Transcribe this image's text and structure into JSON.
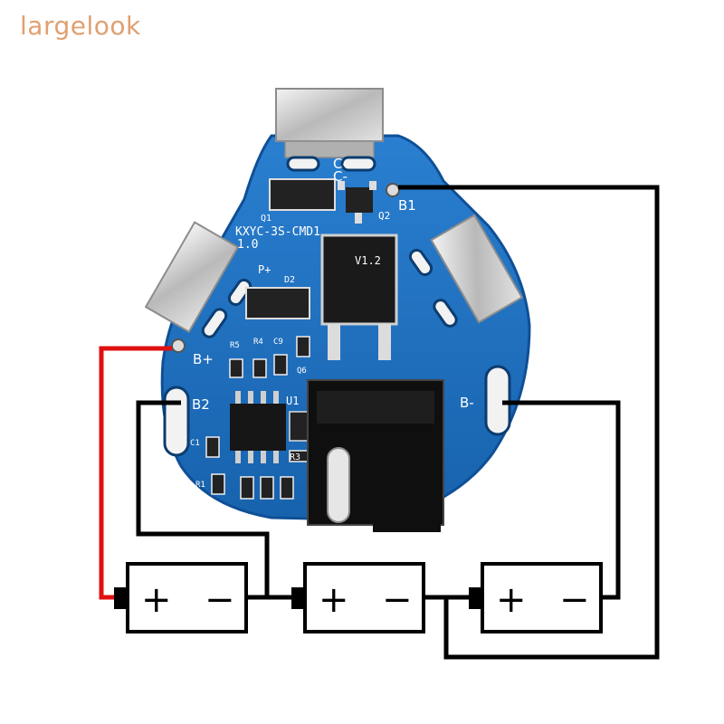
{
  "brand": {
    "name": "largelook"
  },
  "board": {
    "model_label": "KXYC-3S-CMD1",
    "version_left": "1.0",
    "version_right": "V1.2",
    "pads": {
      "c_minus_1": "C-",
      "c_minus_2": "C-",
      "b1": "B1",
      "b_plus": "B+",
      "b2": "B2",
      "b_minus": "B-"
    },
    "components": {
      "q1": "Q1",
      "q2": "Q2",
      "d2": "D2",
      "u1": "U1",
      "r5": "R5",
      "r4": "R4",
      "c9": "C9",
      "q6": "Q6",
      "c1": "C1",
      "r3": "R3",
      "r1": "R1",
      "p_plus": "P+"
    }
  },
  "cells": [
    {
      "plus": "+",
      "minus": "−"
    },
    {
      "plus": "+",
      "minus": "−"
    },
    {
      "plus": "+",
      "minus": "−"
    }
  ],
  "colors": {
    "pcb": "#1a6fc0",
    "pcb_dark": "#0f4f96",
    "wire_positive": "#e01010",
    "wire": "#000000",
    "chip": "#1c1c1c",
    "metal": "#c9c9c9"
  }
}
